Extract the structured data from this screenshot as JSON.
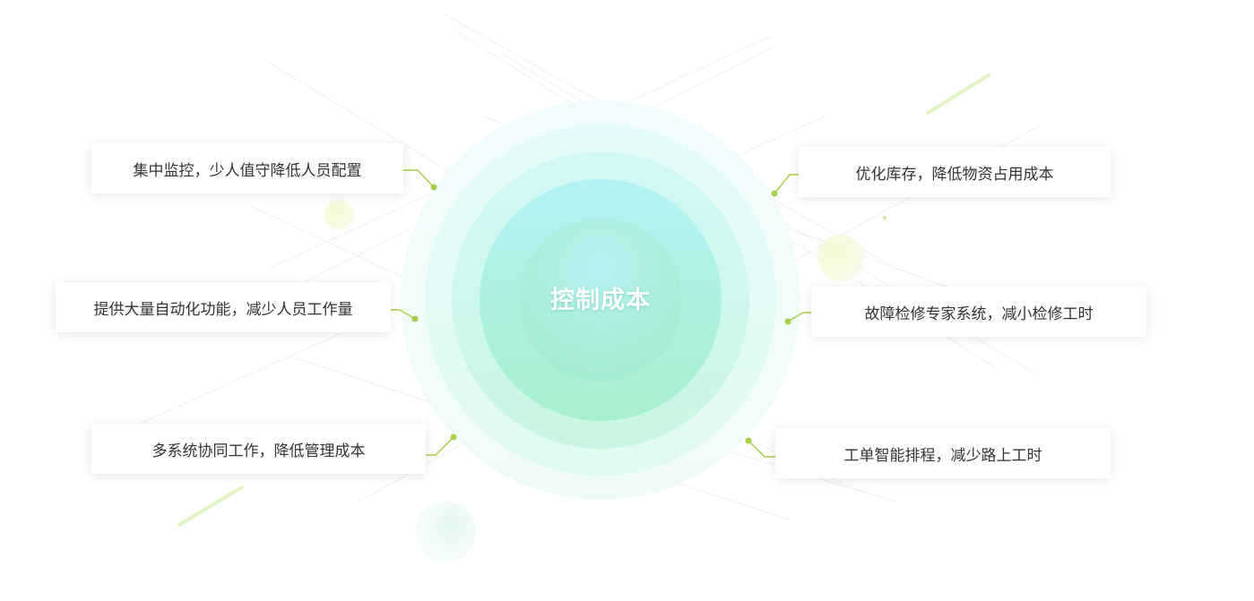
{
  "center": {
    "title": "控制成本"
  },
  "items": [
    {
      "text": "集中监控，少人值守降低人员配置"
    },
    {
      "text": "提供大量自动化功能，减少人员工作量"
    },
    {
      "text": "多系统协同工作，降低管理成本"
    },
    {
      "text": "优化库存，降低物资占用成本"
    },
    {
      "text": "故障检修专家系统，减小检修工时"
    },
    {
      "text": "工单智能排程，减少路上工时"
    }
  ],
  "colors": {
    "accent": "#a5cf4c",
    "text": "#333333",
    "ring_inner": "#9fe9d8",
    "ring_outer": "#eafcfb"
  }
}
